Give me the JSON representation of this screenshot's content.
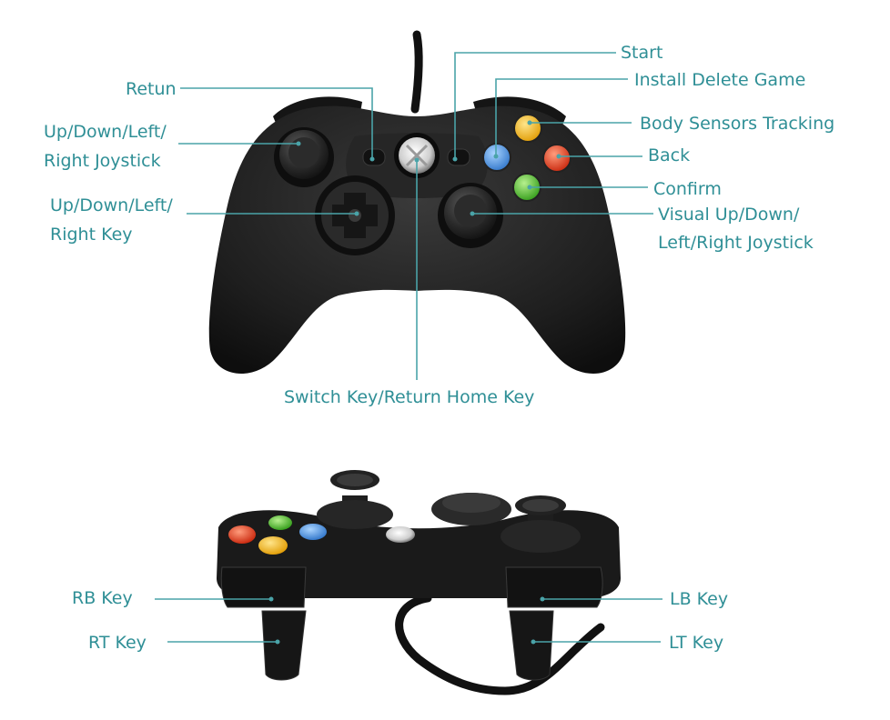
{
  "labels": {
    "start": "Start",
    "install_delete_game": "Install Delete Game",
    "retun": "Retun",
    "body_sensors_tracking": "Body Sensors Tracking",
    "left_joystick_line1": "Up/Down/Left/",
    "left_joystick_line2": "Right Joystick",
    "back": "Back",
    "confirm": "Confirm",
    "dpad_line1": "Up/Down/Left/",
    "dpad_line2": "Right Key",
    "right_joystick_line1": "Visual Up/Down/",
    "right_joystick_line2": "Left/Right Joystick",
    "switch_home": "Switch Key/Return Home Key",
    "rb_key": "RB Key",
    "rt_key": "RT Key",
    "lb_key": "LB Key",
    "lt_key": "LT Key"
  },
  "colors": {
    "label_text": "#2f8f96",
    "leader_line": "#4aa3a8",
    "controller_body": "#1c1c1c",
    "button_a_green": "#47b52c",
    "button_b_red": "#e53a1c",
    "button_x_blue": "#3f8fe0",
    "button_y_yellow": "#f2b90f"
  }
}
